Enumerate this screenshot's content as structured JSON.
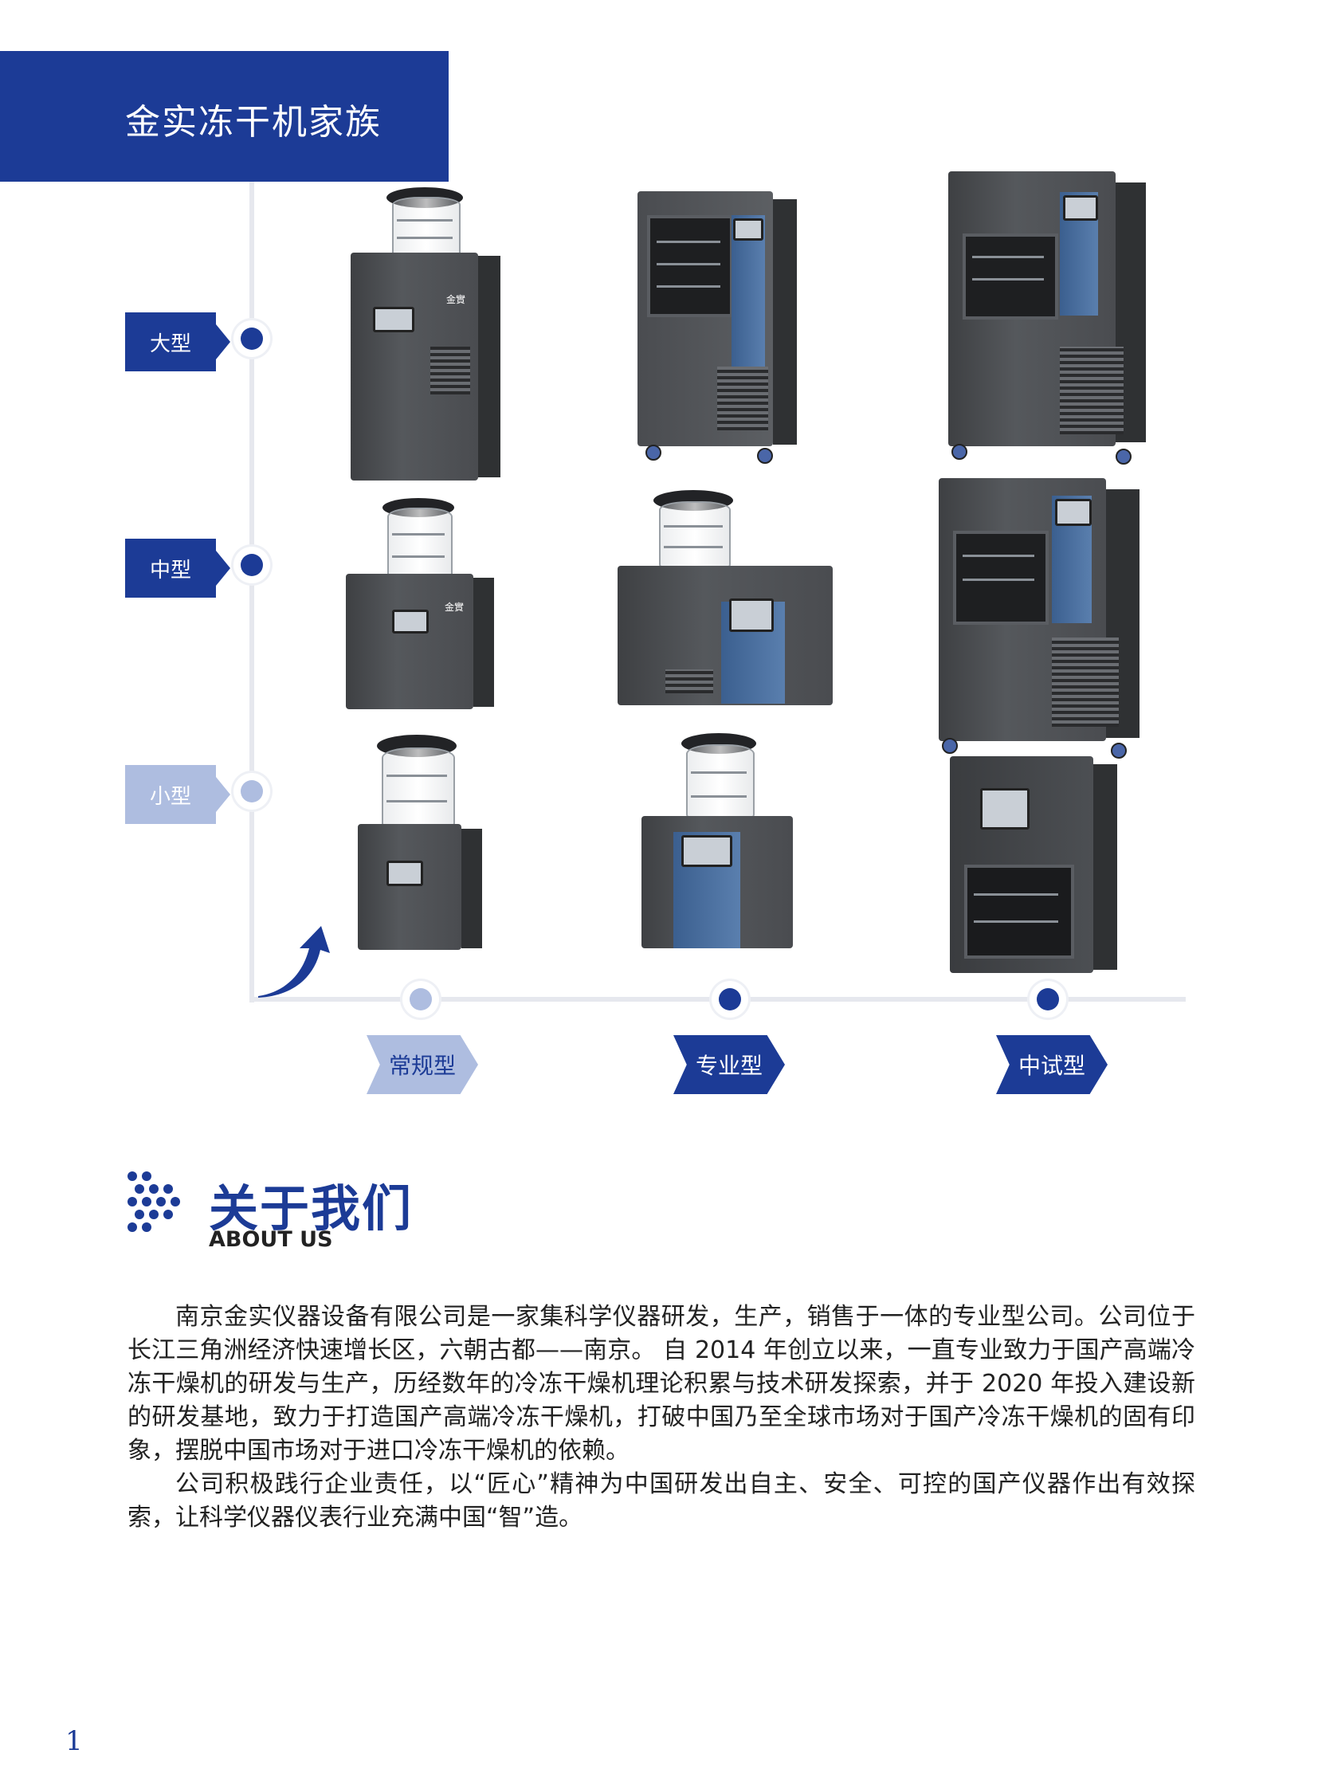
{
  "header": {
    "title": "金实冻干机家族"
  },
  "sizes": [
    {
      "label": "大型",
      "color": "#1c3b96"
    },
    {
      "label": "中型",
      "color": "#1c3b96"
    },
    {
      "label": "小型",
      "color": "#aebde0"
    }
  ],
  "categories": [
    {
      "label": "常规型",
      "color": "#aebde0"
    },
    {
      "label": "专业型",
      "color": "#1c3b96"
    },
    {
      "label": "中试型",
      "color": "#1c3b96"
    }
  ],
  "icons": {
    "growth_arrow": "curved-arrow-icon",
    "brand": "dots-logo-icon"
  },
  "about": {
    "title": "关于我们",
    "subtitle": "ABOUT US",
    "paragraphs": [
      "南京金实仪器设备有限公司是一家集科学仪器研发，生产，销售于一体的专业型公司。公司位于长江三角洲经济快速增长区，六朝古都——南京。 自 2014 年创立以来，一直专业致力于国产高端冷冻干燥机的研发与生产，历经数年的冷冻干燥机理论积累与技术研发探索，并于 2020 年投入建设新的研发基地，致力于打造国产高端冷冻干燥机，打破中国乃至全球市场对于国产冷冻干燥机的固有印象，摆脱中国市场对于进口冷冻干燥机的依赖。",
      "公司积极践行企业责任，以“匠心”精神为中国研发出自主、安全、可控的国产仪器作出有效探索，让科学仪器仪表行业充满中国“智”造。"
    ]
  },
  "page": {
    "number": "1"
  },
  "colors": {
    "brand_blue": "#1c3b96",
    "light_blue": "#aebde0"
  }
}
